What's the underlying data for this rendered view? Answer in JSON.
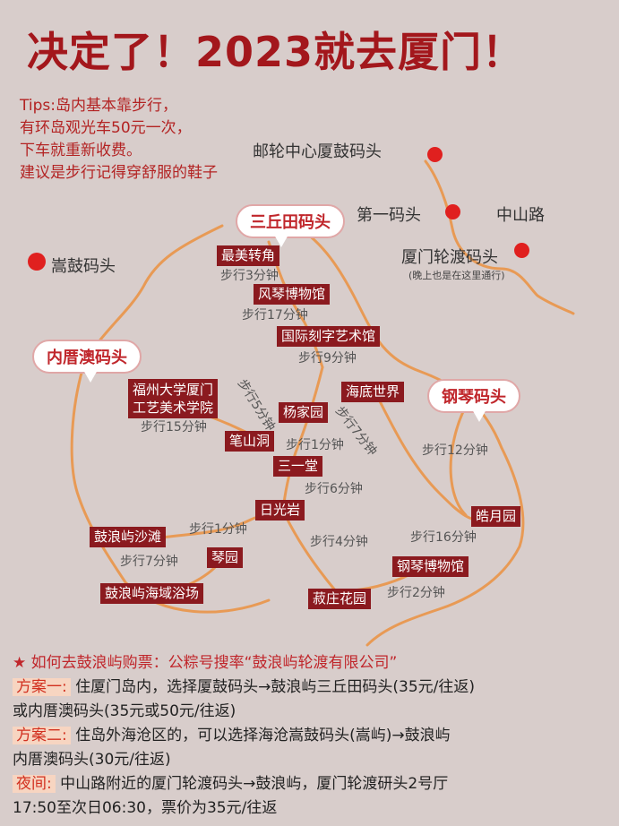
{
  "title": "决定了！2023就去厦门！",
  "tips": [
    "Tips:岛内基本靠步行，",
    "有环岛观光车50元一次，",
    "下车就重新收费。",
    "建议是步行记得穿舒服的鞋子"
  ],
  "places": {
    "youlun": "邮轮中心厦鼓码头",
    "diyi": "第一码头",
    "zhongshan": "中山路",
    "lundu": "厦门轮渡码头",
    "lundu_note": "(晚上也是在这里通行)",
    "songgu": "嵩鼓码头"
  },
  "bubbles": {
    "sanqiutian": "三丘田码头",
    "neicuoao": "内厝澳码头",
    "gangqin": "钢琴码头"
  },
  "spots": {
    "zuimei": "最美转角",
    "fengqin": "风琴博物馆",
    "kezi": "国际刻字艺术馆",
    "haidi": "海底世界",
    "fuda_1": "福州大学厦门",
    "fuda_2": "工艺美术学院",
    "yangjia": "杨家园",
    "bishan": "笔山洞",
    "sanyi": "三一堂",
    "riguang": "日光岩",
    "haoyue": "皓月园",
    "shatan": "鼓浪屿沙滩",
    "qinyuan": "琴园",
    "yuchang": "鼓浪屿海域浴场",
    "gangqin_museum": "钢琴博物馆",
    "shuzhuang": "菽庄花园"
  },
  "walks": {
    "w3": "步行3分钟",
    "w17": "步行17分钟",
    "w9": "步行9分钟",
    "w5": "步行5分钟",
    "w7": "步行7分钟",
    "w15": "步行15分钟",
    "w1a": "步行1分钟",
    "w12": "步行12分钟",
    "w6": "步行6分钟",
    "w1b": "步行1分钟",
    "w4": "步行4分钟",
    "w16": "步行16分钟",
    "w7b": "步行7分钟",
    "w2": "步行2分钟"
  },
  "info": {
    "heading": "如何去鼓浪屿购票：公粽号搜率“鼓浪屿轮渡有限公司”",
    "plan1_label": "方案一:",
    "plan1_text": " 住厦门岛内，选择厦鼓码头→鼓浪屿三丘田码头(35元/往返)",
    "plan1_text2": "或内厝澳码头(35元或50元/往返)",
    "plan2_label": "方案二:",
    "plan2_text": " 住岛外海沧区的，可以选择海沧嵩鼓码头(嵩屿)→鼓浪屿",
    "plan2_text2": "内厝澳码头(30元/往返)",
    "night_label": "夜间:",
    "night_text": " 中山路附近的厦门轮渡码头→鼓浪屿，厦门轮渡研头2号厅",
    "night_text2": "17:50至次日06:30，票价为35元/往返"
  },
  "colors": {
    "background": "#d8cdcb",
    "accent": "#a3171c",
    "route": "#e89a55",
    "tag": "#8b1a1f",
    "dot": "#e0201f"
  }
}
